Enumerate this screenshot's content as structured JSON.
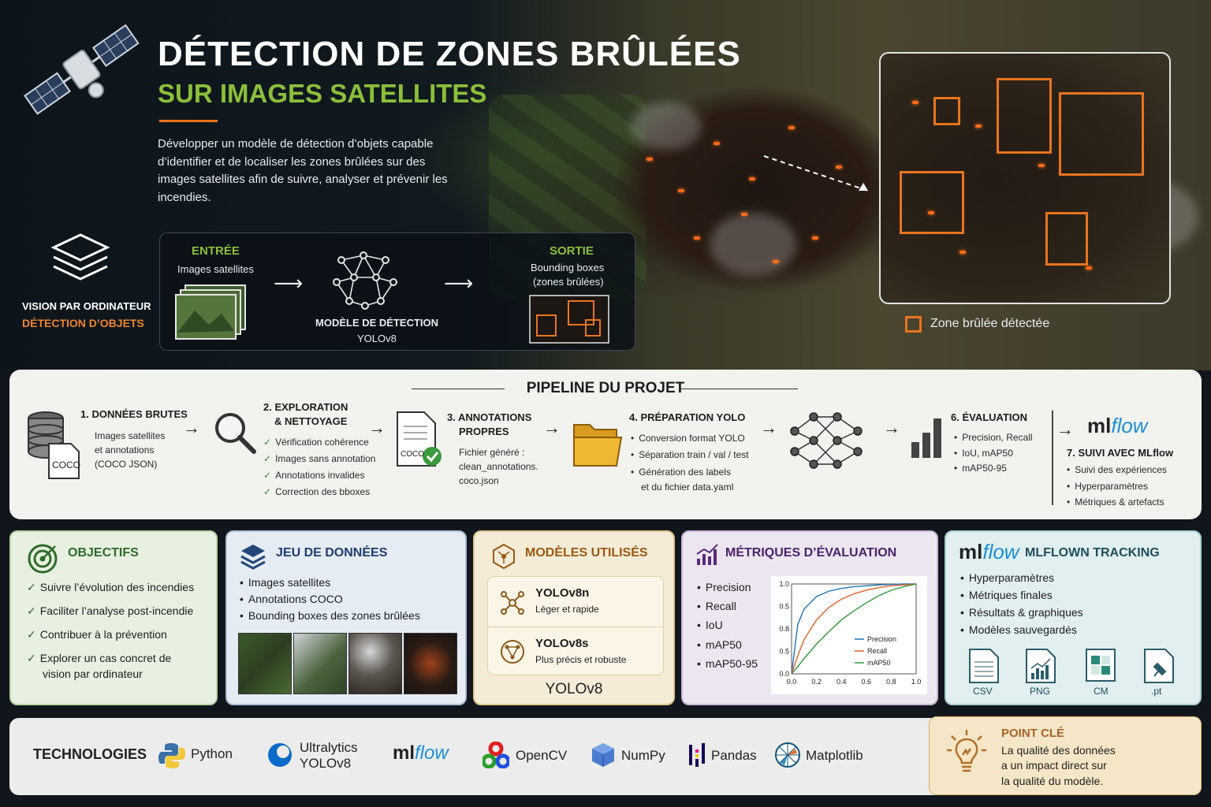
{
  "header": {
    "title": "DÉTECTION DE ZONES BRÛLÉES",
    "subtitle": "SUR IMAGES SATELLITES",
    "intro": "Développer un modèle de détection d’objets capable d’identifier et de localiser les zones brûlées sur des images satellites afin de suivre, analyser et prévenir les incendies."
  },
  "computer_vision": {
    "line1": "VISION PAR ORDINATEUR",
    "line2": "DÉTECTION D’OBJETS"
  },
  "io": {
    "input_title": "ENTRÉE",
    "input_sub": "Images satellites",
    "model_title": "MODÈLE DE DÉTECTION",
    "model_sub": "YOLOv8",
    "output_title": "SORTIE",
    "output_sub1": "Bounding boxes",
    "output_sub2": "(zones brûlées)"
  },
  "detection_legend": "Zone brûlée détectée",
  "pipeline": {
    "title": "PIPELINE DU PROJET",
    "step1": {
      "title": "1. DONNÉES BRUTES",
      "lines": [
        "Images satellites",
        "et annotations",
        "(COCO JSON)"
      ],
      "icon_label": "COCO"
    },
    "step2": {
      "title1": "2. EXPLORATION",
      "title2": "& NETTOYAGE",
      "items": [
        "Vérification cohérence",
        "Images sans annotation",
        "Annotations invalides",
        "Correction des bboxes"
      ]
    },
    "step3": {
      "title1": "3. ANNOTATIONS",
      "title2": "PROPRES",
      "lines": [
        "Fichier généré :",
        "clean_annotations.",
        "coco.json"
      ],
      "icon_label": "COCO"
    },
    "step4": {
      "title": "4. PRÉPARATION YOLO",
      "items": [
        "Conversion format YOLO",
        "Séparation train / val / test",
        "Génération des labels"
      ],
      "extra": "et du fichier data.yaml"
    },
    "step6": {
      "title": "6. ÉVALUATION",
      "items": [
        "Precision, Recall",
        "IoU, mAP50",
        "mAP50-95"
      ]
    },
    "step7": {
      "logo_ml": "ml",
      "logo_flow": "flow",
      "title": "7. SUIVI AVEC MLflow",
      "items": [
        "Suivi des expériences",
        "Hyperparamètres",
        "Métriques & artefacts"
      ]
    }
  },
  "objectifs": {
    "title": "OBJECTIFS",
    "items": [
      "Suivre l’évolution des incendies",
      "Faciliter l’analyse post-incendie",
      "Contribuer à la prévention",
      "Explorer un cas concret de"
    ],
    "item4_cont": "vision par ordinateur"
  },
  "dataset": {
    "title": "JEU DE DONNÉES",
    "items": [
      "Images satellites",
      "Annotations COCO",
      "Bounding boxes des zones brûlées"
    ]
  },
  "models": {
    "title": "MODÈLES UTILISÉS",
    "m1_name": "YOLOv8n",
    "m1_desc": "Léger et rapide",
    "m2_name": "YOLOv8s",
    "m2_desc": "Plus précis et robuste",
    "footer": "YOLOv8"
  },
  "metrics": {
    "title": "MÉTRIQUES D’ÉVALUATION",
    "items": [
      "Precision",
      "Recall",
      "IoU",
      "mAP50",
      "mAP50-95"
    ]
  },
  "chart_data": {
    "type": "line",
    "x": [
      0.0,
      0.05,
      0.1,
      0.2,
      0.3,
      0.4,
      0.5,
      0.6,
      0.7,
      0.8,
      0.9,
      1.0
    ],
    "series": [
      {
        "name": "Precision",
        "color": "#1f77b4",
        "values": [
          0.0,
          0.55,
          0.72,
          0.86,
          0.92,
          0.95,
          0.97,
          0.98,
          0.99,
          0.995,
          1.0,
          1.0
        ]
      },
      {
        "name": "Recall",
        "color": "#e0622a",
        "values": [
          0.0,
          0.2,
          0.38,
          0.6,
          0.74,
          0.83,
          0.89,
          0.93,
          0.96,
          0.98,
          0.99,
          1.0
        ]
      },
      {
        "name": "mAP50",
        "color": "#2e9a3a",
        "values": [
          0.0,
          0.08,
          0.17,
          0.33,
          0.47,
          0.6,
          0.7,
          0.79,
          0.87,
          0.93,
          0.97,
          1.0
        ]
      }
    ],
    "legend": [
      "Precision",
      "Recall",
      "mAP50"
    ],
    "x_ticks": [
      "0.0",
      "0.2",
      "0.4",
      "0.6",
      "0.8",
      "1.0"
    ],
    "y_ticks": [
      "0.0",
      "0.5",
      "0.8",
      "0.5",
      "1.0"
    ],
    "xlim": [
      0,
      1
    ],
    "ylim": [
      0,
      1
    ],
    "legend_position": "bottom-right"
  },
  "mlflow_card": {
    "logo_ml": "ml",
    "logo_flow": "flow",
    "title": "MLFLOWN TRACKING",
    "items": [
      "Hyperparamètres",
      "Métriques finales",
      "Résultats & graphiques",
      "Modèles sauvegardés"
    ],
    "files": [
      "CSV",
      "PNG",
      "CM",
      ".pt"
    ]
  },
  "technologies": {
    "label": "TECHNOLOGIES",
    "python": "Python",
    "ultralytics1": "Ultralytics",
    "ultralytics2": "YOLOv8",
    "mlflow_ml": "ml",
    "mlflow_flow": "flow",
    "opencv": "OpenCV",
    "numpy": "NumPy",
    "pandas": "Pandas",
    "matplotlib": "Matplotlib"
  },
  "point_cle": {
    "title": "POINT CLÉ",
    "lines": [
      "La qualité des données",
      "a un impact direct sur",
      "la qualité du modèle."
    ]
  },
  "colors": {
    "accent_orange": "#e8741e",
    "accent_green": "#8bbf3a",
    "mlflow_blue": "#1a8fd6"
  }
}
